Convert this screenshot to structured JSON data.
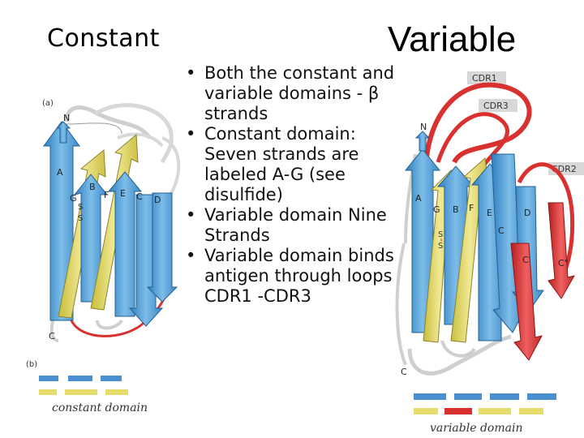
{
  "titles": {
    "constant": "Constant",
    "variable": "Variable"
  },
  "bullets": [
    "Both the constant and variable domains - β strands",
    "Constant domain: Seven strands are labeled A-G (see disulfide)",
    "Variable domain Nine Strands",
    "Variable domain binds antigen through loops CDR1 -CDR3"
  ],
  "constant_figure": {
    "panel_a": "(a)",
    "panel_b": "(b)",
    "n_label": "N",
    "c_label": "C",
    "strand_labels": [
      "A",
      "B",
      "G",
      "F",
      "E",
      "C",
      "D"
    ],
    "disulfide": "S\nS",
    "caption": "constant domain"
  },
  "variable_figure": {
    "n_label": "N",
    "c_label": "C",
    "cdr_labels": [
      "CDR1",
      "CDR3",
      "CDR2"
    ],
    "strand_labels": [
      "A",
      "G",
      "B",
      "F",
      "E",
      "C",
      "D",
      "C'",
      "C\""
    ],
    "caption": "variable domain"
  },
  "colors": {
    "blue_strand": "#4f9fd8",
    "yellow_strand": "#e6dc6c",
    "red_strand": "#d9312f",
    "bar_blue": "#4a90d0"
  }
}
